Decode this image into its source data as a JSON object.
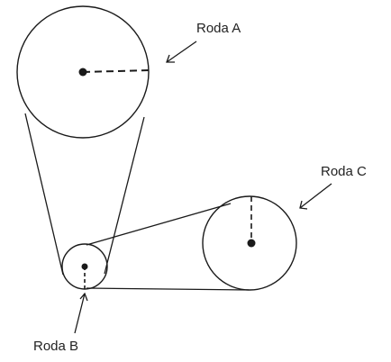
{
  "labels": {
    "wheel_a": "Roda A",
    "wheel_b": "Roda B",
    "wheel_c": "Roda C"
  },
  "colors": {
    "ink": "#1a1a1a",
    "background": "#ffffff"
  }
}
